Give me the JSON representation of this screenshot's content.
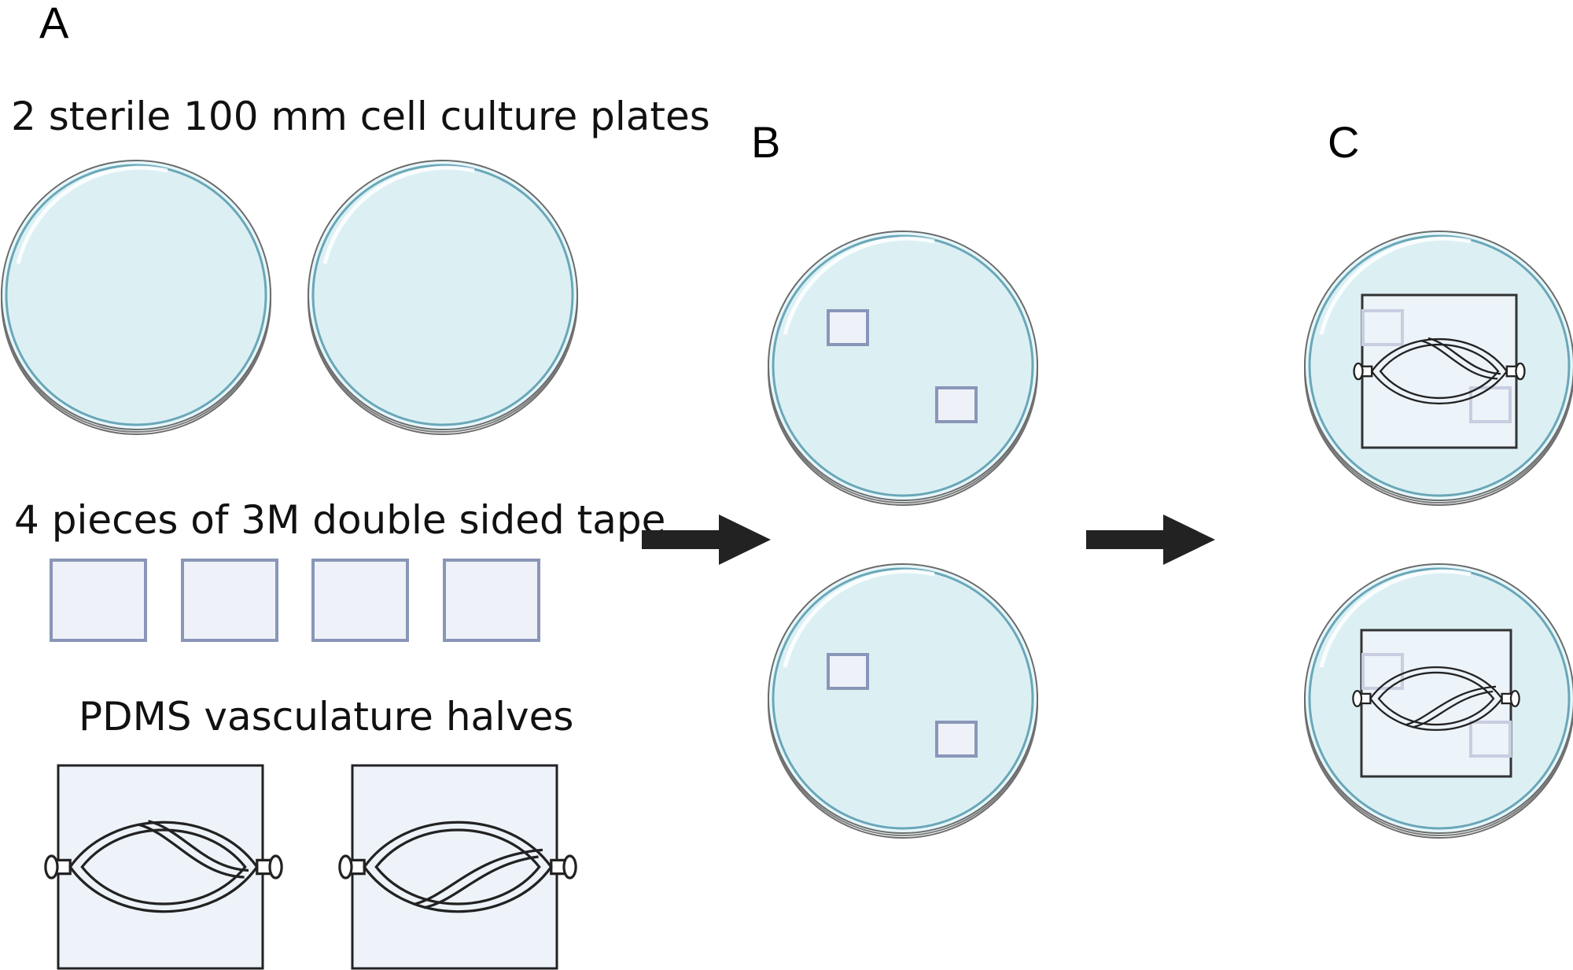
{
  "panels": {
    "a": {
      "label": "A"
    },
    "b": {
      "label": "B"
    },
    "c": {
      "label": "C"
    }
  },
  "captions": {
    "plates": "2 sterile 100 mm cell culture plates",
    "tape": "4 pieces of 3M double sided tape",
    "pdms": "PDMS vasculature halves"
  },
  "colors": {
    "dish_fill": "#dcf0f4",
    "dish_rim": "#6aa7b8",
    "dish_outline": "#6b6b6b",
    "tape_fill": "#eef2f8",
    "tape_stroke": "#8a96b8",
    "chip_fill": "#eef3f9",
    "chip_stroke": "#222222",
    "arrow": "#222222"
  },
  "icons": {
    "arrow_1": "right-arrow-icon",
    "arrow_2": "right-arrow-icon"
  }
}
